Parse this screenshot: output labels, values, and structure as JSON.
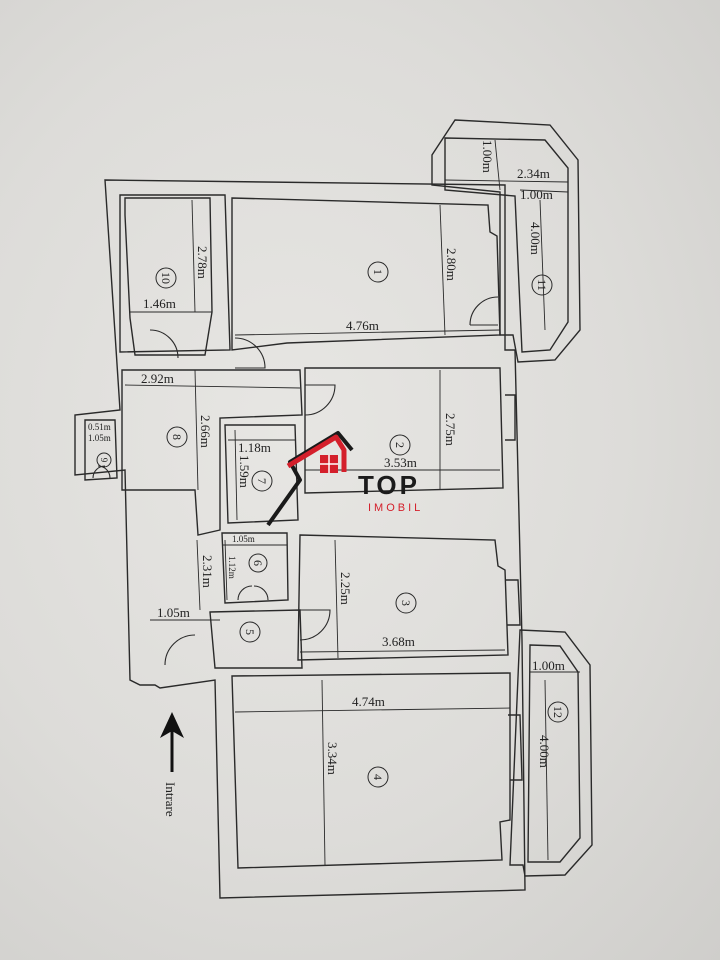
{
  "rooms": [
    {
      "num": "1"
    },
    {
      "num": "2"
    },
    {
      "num": "3"
    },
    {
      "num": "4"
    },
    {
      "num": "5"
    },
    {
      "num": "6"
    },
    {
      "num": "7"
    },
    {
      "num": "8"
    },
    {
      "num": "9"
    },
    {
      "num": "10"
    },
    {
      "num": "11"
    },
    {
      "num": "12"
    }
  ],
  "dimensions": {
    "r1_w": "4.76m",
    "r1_h": "2.80m",
    "r2_w": "3.53m",
    "r2_h": "2.75m",
    "r3_w": "3.68m",
    "r3_h": "2.25m",
    "r4_w": "4.74m",
    "r4_h": "3.34m",
    "r6_w": "1.05m",
    "r6_h": "1.12m",
    "r7_w": "1.18m",
    "r7_h": "1.59m",
    "r8_w": "2.92m",
    "r8_h": "2.66m",
    "r9_w": "0.51m",
    "r9_h": "1.05m",
    "r10_w": "1.46m",
    "r10_h": "2.78m",
    "r11_a": "1.00m",
    "r11_b": "2.34m",
    "r11_c": "1.00m",
    "r11_d": "4.00m",
    "r12_w": "1.00m",
    "r12_h": "4.00m",
    "hall_h": "2.31m",
    "entry_w": "1.05m"
  },
  "entrance_label": "Intrare",
  "logo": {
    "top": "TOP",
    "sub": "IMOBIL"
  },
  "colors": {
    "line": "#2a2a2a",
    "logo_red": "#d41f2b",
    "paper": "#e4e3e0"
  }
}
